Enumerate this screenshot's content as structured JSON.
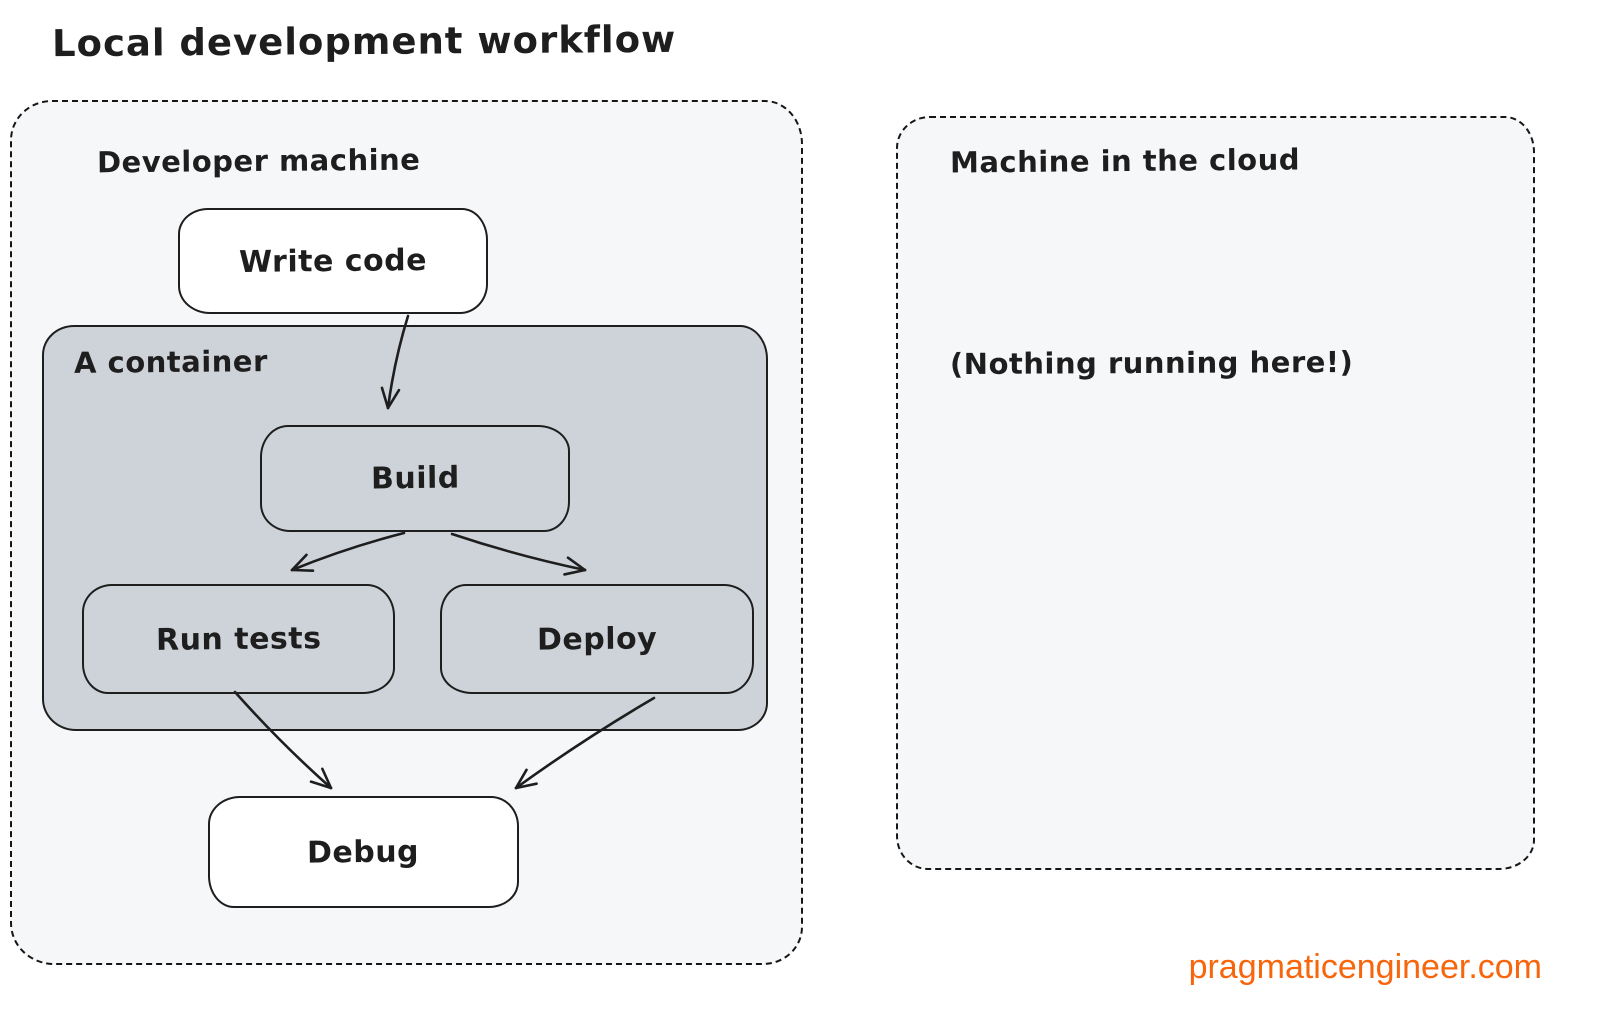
{
  "title": "Local development workflow",
  "panels": {
    "developer_machine": {
      "label": "Developer machine"
    },
    "container": {
      "label": "A container"
    },
    "cloud_machine": {
      "label": "Machine in the cloud",
      "note": "(Nothing running here!)"
    }
  },
  "nodes": {
    "write_code": {
      "label": "Write code"
    },
    "build": {
      "label": "Build"
    },
    "run_tests": {
      "label": "Run tests"
    },
    "deploy": {
      "label": "Deploy"
    },
    "debug": {
      "label": "Debug"
    }
  },
  "edges": [
    {
      "from": "write_code",
      "to": "build",
      "points": [
        408,
        316,
        388,
        408
      ]
    },
    {
      "from": "build",
      "to": "run_tests",
      "points": [
        404,
        533,
        292,
        570
      ]
    },
    {
      "from": "build",
      "to": "deploy",
      "points": [
        452,
        534,
        585,
        570
      ]
    },
    {
      "from": "run_tests",
      "to": "debug",
      "points": [
        235,
        692,
        331,
        788
      ]
    },
    {
      "from": "deploy",
      "to": "debug",
      "points": [
        654,
        698,
        516,
        788
      ]
    }
  ],
  "footer": {
    "brand": "pragmaticengineer.com"
  },
  "colors": {
    "stroke": "#1e1e1e",
    "panel_fill": "#f6f7f9",
    "container_fill": "#ced3da",
    "node_fill": "#ffffff",
    "brand_orange": "#f7650c"
  }
}
